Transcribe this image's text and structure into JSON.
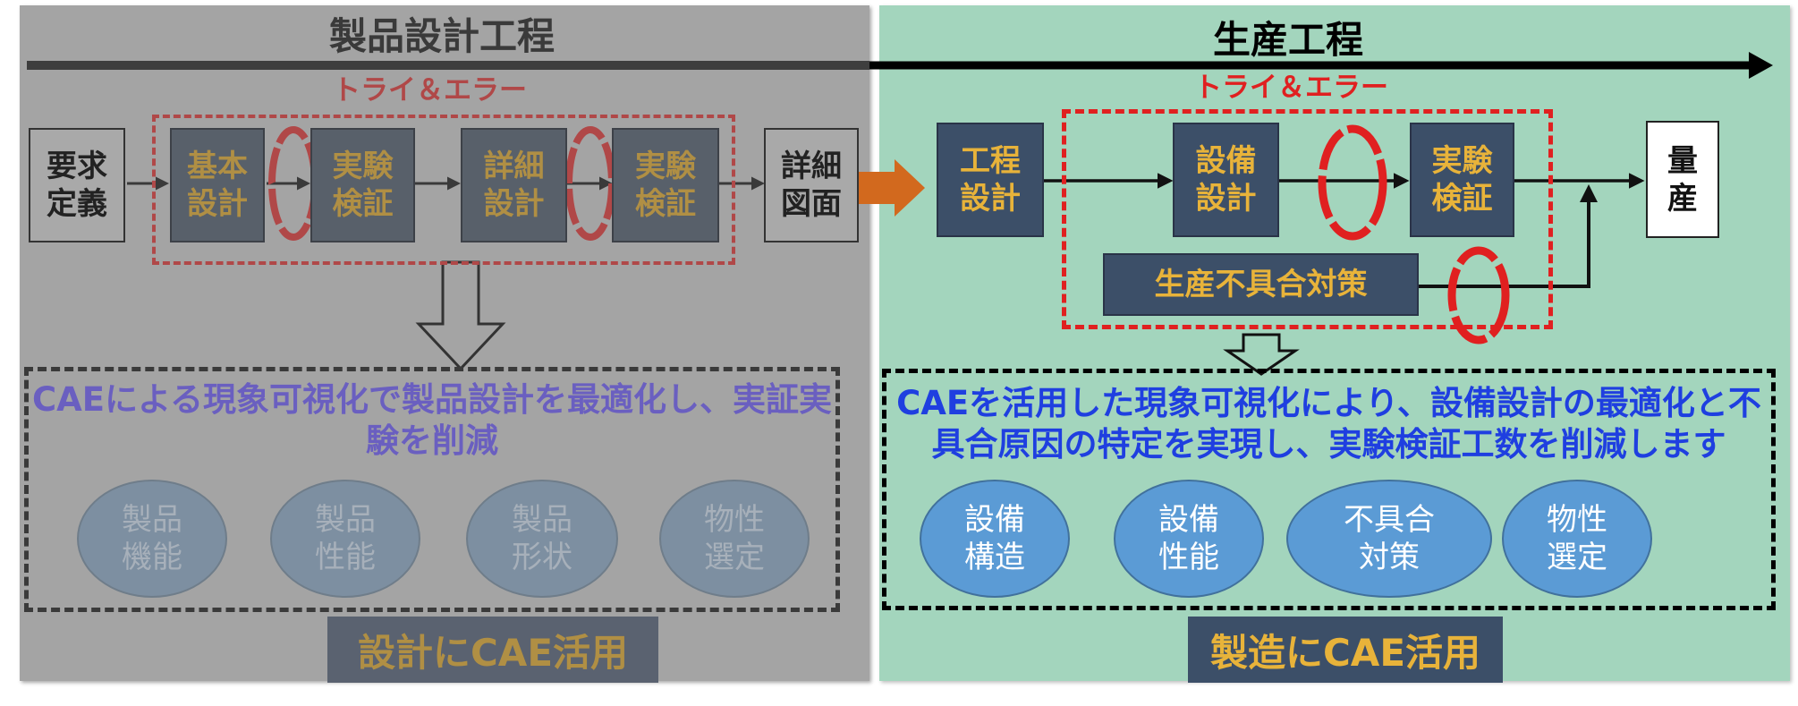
{
  "design_section": {
    "title": "製品設計工程",
    "trial_error": "トライ＆エラー",
    "steps": {
      "requirement": "要求\n定義",
      "basic_design": "基本\n設計",
      "experiment_1": "実験\n検証",
      "detailed_design": "詳細\n設計",
      "experiment_2": "実験\n検証",
      "detailed_drawing": "詳細\n図面"
    },
    "message": "CAEによる現象可視化で製品設計を最適化し、実証実験を削減",
    "ellipses": [
      "製品\n機能",
      "製品\n性能",
      "製品\n形状",
      "物性\n選定"
    ],
    "label": "設計にCAE活用"
  },
  "production_section": {
    "title": "生産工程",
    "trial_error": "トライ＆エラー",
    "steps": {
      "process_design": "工程\n設計",
      "equipment_design": "設備\n設計",
      "experiment": "実験\n検証",
      "mass_production": "量\n産",
      "defect_countermeasure": "生産不具合対策"
    },
    "message": "CAEを活用した現象可視化により、設備設計の最適化と不具合原因の特定を実現し、実験検証工数を削減します",
    "ellipses": [
      "設備\n構造",
      "設備\n性能",
      "不具合\n対策",
      "物性\n選定"
    ],
    "label": "製造にCAE活用"
  },
  "colors": {
    "navy_box": "#3c4f68",
    "gold_text": "#e8b33a",
    "trial_red": "#e02020",
    "message_blue": "#1f3fe0",
    "ellipse_blue": "#5b9bd5",
    "left_panel": "#a4a4a4",
    "right_panel": "#a3d5bd",
    "orange_arrow": "#d2691e"
  }
}
